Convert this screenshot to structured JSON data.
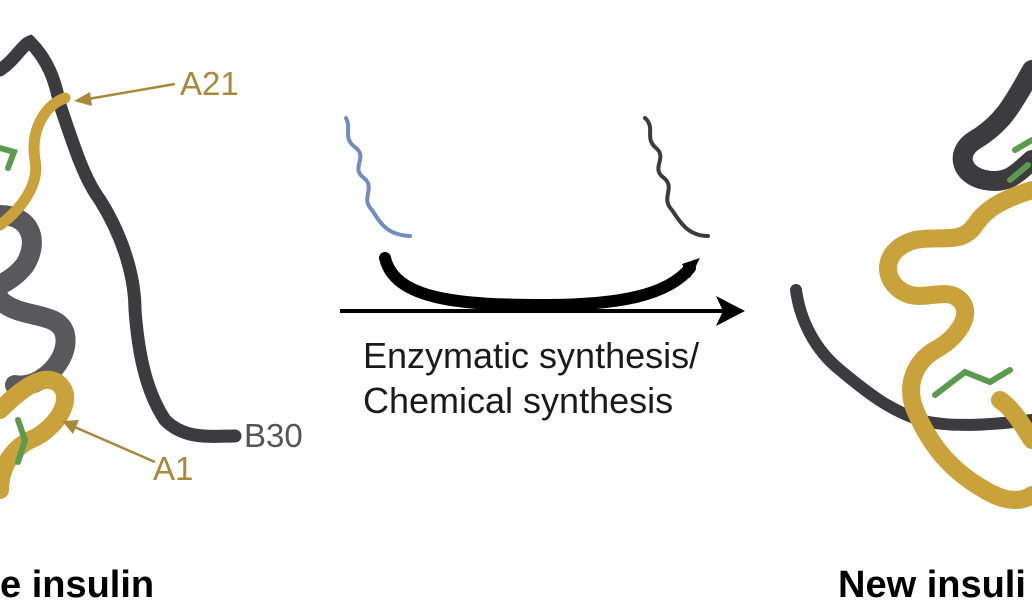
{
  "colors": {
    "a_chain": "#C9A23B",
    "b_chain": "#3C3C3E",
    "disulfide": "#5B9A4F",
    "peptide_blue": "#6F8DC0",
    "arrow": "#000000",
    "label_gold": "#A8883A",
    "label_gray": "#555555"
  },
  "left_structure": {
    "label_a21": "A21",
    "label_a1": "A1",
    "label_b30": "B30",
    "caption": "e insulin"
  },
  "reaction": {
    "method_line1": "Enzymatic synthesis/",
    "method_line2": "Chemical synthesis"
  },
  "right_structure": {
    "caption": "New insuli"
  }
}
